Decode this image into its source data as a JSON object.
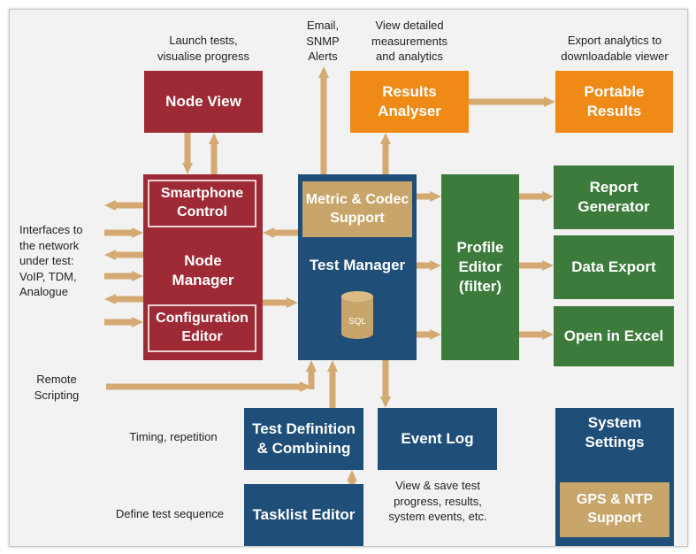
{
  "colors": {
    "node_red": "#9e2a35",
    "manager_blue": "#1f4e79",
    "export_green": "#3c7b3c",
    "results_orange": "#ef8a17",
    "sub_tan": "#c8a56a",
    "arrow_tan": "#d4aa72"
  },
  "boxes": {
    "node_view": "Node View",
    "smartphone_control": "Smartphone\nControl",
    "node_manager": "Node\nManager",
    "configuration_editor": "Configuration\nEditor",
    "metric_codec": "Metric & Codec\nSupport",
    "test_manager": "Test Manager",
    "sql": "SQL",
    "profile_editor": "Profile\nEditor\n(filter)",
    "results_analyser": "Results\nAnalyser",
    "portable_results": "Portable\nResults",
    "report_generator": "Report\nGenerator",
    "data_export": "Data Export",
    "open_in_excel": "Open in Excel",
    "test_definition": "Test Definition\n& Combining",
    "event_log": "Event Log",
    "tasklist_editor": "Tasklist Editor",
    "system_settings": "System\nSettings",
    "gps_ntp": "GPS & NTP\nSupport"
  },
  "labels": {
    "launch_tests": "Launch tests,\nvisualise progress",
    "email_snmp": "Email,\nSNMP\nAlerts",
    "view_detailed": "View detailed\nmeasurements\nand analytics",
    "export_analytics": "Export analytics to\ndownloadable viewer",
    "interfaces": "Interfaces to\nthe network\nunder test:\nVoIP, TDM,\nAnalogue",
    "remote_scripting": "Remote\nScripting",
    "timing_repetition": "Timing, repetition",
    "define_sequence": "Define test sequence",
    "view_save": "View & save test\nprogress, results,\nsystem events, etc."
  }
}
